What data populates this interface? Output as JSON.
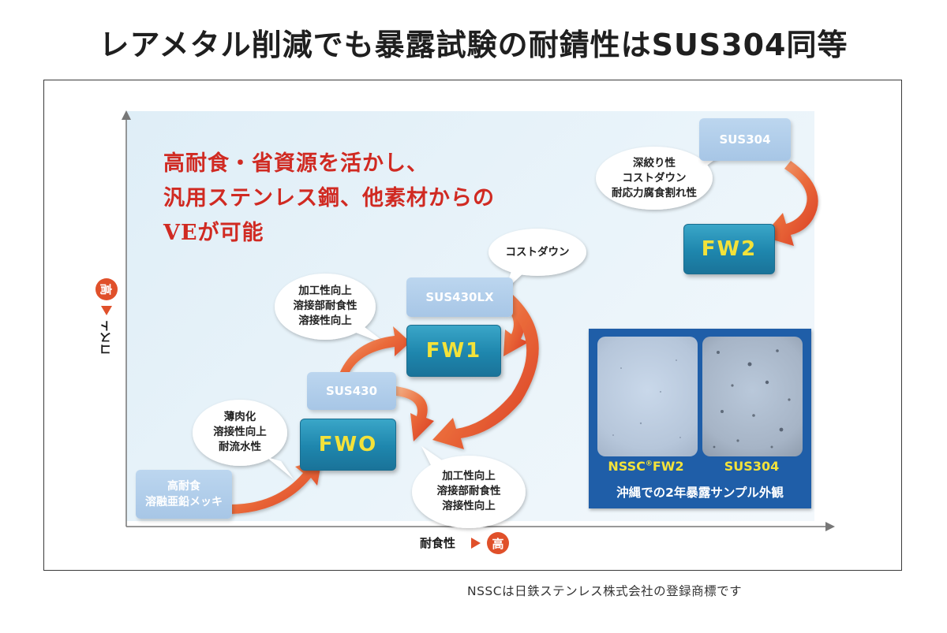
{
  "title": "レアメタル削減でも暴露試験の耐錆性はSUS304同等",
  "tagline": [
    "高耐食・省資源を活かし、",
    "汎用ステンレス鋼、他素材からの",
    "VEが可能"
  ],
  "axes": {
    "y_label": "コスト",
    "x_label": "耐食性",
    "high_label": "高"
  },
  "materials": {
    "galvanized": [
      "高耐食",
      "溶融亜鉛メッキ"
    ],
    "sus430": "SUS430",
    "fw0": "FWO",
    "sus430lx": "SUS430LX",
    "fw1": "FW1",
    "sus304": "SUS304",
    "fw2": "FW2"
  },
  "bubbles": {
    "galv_to_fw0": [
      "薄肉化",
      "溶接性向上",
      "耐流水性"
    ],
    "sus430_to_fw1": [
      "加工性向上",
      "溶接部耐食性",
      "溶接性向上"
    ],
    "lx_to_fw0": [
      "加工性向上",
      "溶接部耐食性",
      "溶接性向上"
    ],
    "lx_cost": "コストダウン",
    "sus304_to_fw2": [
      "深絞り性",
      "コストダウン",
      "耐応力腐食割れ性"
    ]
  },
  "photo_panel": {
    "left_label": "NSSC",
    "left_label_mark": "®",
    "left_label_suffix": "FW2",
    "right_label": "SUS304",
    "caption": "沖縄での2年暴露サンプル外観"
  },
  "footnote": "NSSCは日鉄ステンレス株式会社の登録商標です",
  "colors": {
    "tagline": "#d02a22",
    "arrow": "#e0502a",
    "steel_box": "#1e86ad",
    "steel_text": "#f3e23a",
    "panel": "#1f5ea8"
  }
}
